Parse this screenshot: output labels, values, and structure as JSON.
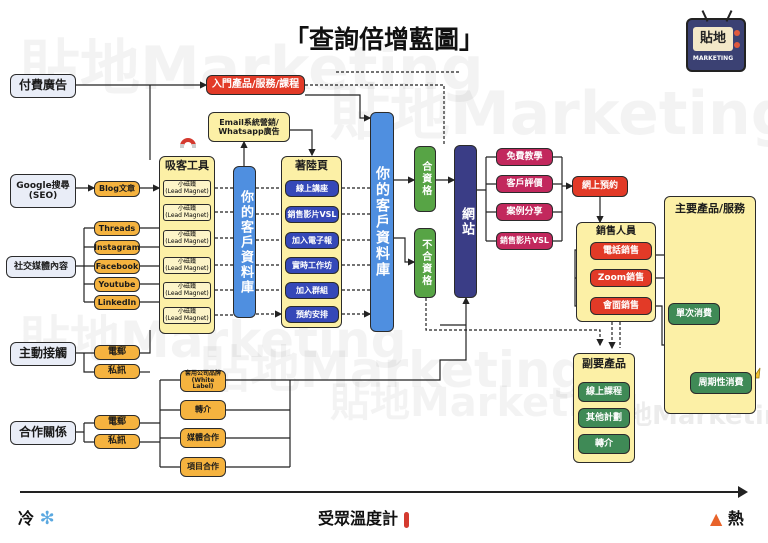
{
  "title": "「查詢倍增藍圖」",
  "logo": {
    "line1": "貼地",
    "line2": "MARKETING"
  },
  "watermarks": [
    "貼地Marketing",
    "貼地Marketing",
    "貼地Marketing",
    "貼地Marketing",
    "貼地Marketing",
    "貼地Marketing"
  ],
  "sources": {
    "paid_ads": "付費廣告",
    "google_seo": "Google搜尋\n(SEO)",
    "social": "社交媒體內容",
    "outreach": "主動接觸",
    "partnership": "合作關係"
  },
  "channels": {
    "blog": "Blog文章",
    "threads": "Threads",
    "instagram": "Instagram",
    "facebook": "Facebook",
    "youtube": "Youtube",
    "linkedin": "LinkedIn",
    "outreach_email": "電郵",
    "outreach_dm": "私訊",
    "partner_email": "電郵",
    "partner_dm": "私訊"
  },
  "partner_options": [
    "套用公司品牌\n(White Label)",
    "轉介",
    "媒體合作",
    "項目合作"
  ],
  "entry_product": "入門產品/服務/課程",
  "email_marketing": "Email系統營銷/\nWhatsapp廣告",
  "lead_magnet": {
    "title": "吸客工具",
    "items": [
      "小磁鐵\n(Lead Magnet)",
      "小磁鐵\n(Lead Magnet)",
      "小磁鐵\n(Lead Magnet)",
      "小磁鐵\n(Lead Magnet)",
      "小磁鐵\n(Lead Magnet)",
      "小磁鐵\n(Lead Magnet)"
    ]
  },
  "customer_db_1": "你的客戶資料庫",
  "landing_page": {
    "title": "著陸頁",
    "items": [
      "線上講座",
      "銷售影片VSL",
      "加入電子報",
      "實時工作坊",
      "加入群組",
      "預約安排"
    ]
  },
  "customer_db_2": "你的客戶資料庫",
  "qualified": "合資格",
  "not_qualified": "不合資格",
  "website": "網站",
  "website_items": [
    "免費教學",
    "客戶評價",
    "案例分享",
    "銷售影片VSL"
  ],
  "booking": "網上預約",
  "sales": {
    "title": "銷售人員",
    "items": [
      "電話銷售",
      "Zoom銷售",
      "會面銷售"
    ]
  },
  "main_product": {
    "title": "主要產品/服務",
    "items": [
      "單次消費",
      "周期性消費"
    ]
  },
  "sub_product": {
    "title": "副要產品",
    "items": [
      "線上課程",
      "其他計劃",
      "轉介"
    ]
  },
  "temperature": {
    "cold": "冷",
    "label": "受眾溫度計",
    "hot": "熱"
  },
  "colors": {
    "orange": "#f5b33f",
    "yellow": "#fcf0a6",
    "blue": "#4f8fe0",
    "navy": "#3a3d86",
    "green": "#57a445",
    "maroon": "#c2285d",
    "red": "#e23a27"
  }
}
